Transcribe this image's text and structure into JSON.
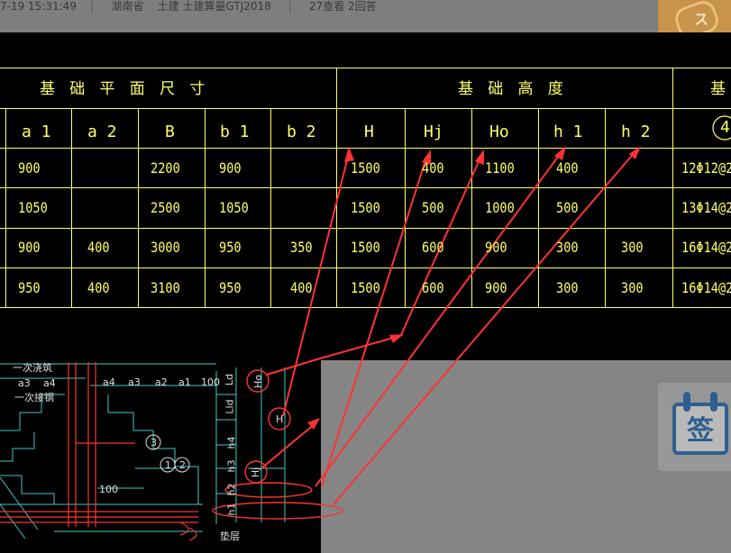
{
  "page_meta": {
    "date_text": "7-19 15:31:49",
    "region": "湖南省",
    "category": "土建 土建算量GTJ2018",
    "stats": "27查看  2回答"
  },
  "side_widget": {
    "sign_label": "签",
    "icon": "calendar-sign-icon"
  },
  "ad_banner_text": "ス",
  "cad_table": {
    "group_headers": [
      "基 础 平 面 尺 寸",
      "基 础 高 度",
      "基"
    ],
    "columns": [
      "a 1",
      "a 2",
      "B",
      "b 1",
      "b 2",
      "H",
      "Hj",
      "Ho",
      "h 1",
      "h 2",
      "4"
    ],
    "rows": [
      [
        "900",
        "",
        "2200",
        "900",
        "",
        "1500",
        "400",
        "1100",
        "400",
        "",
        "12Φ12@2"
      ],
      [
        "1050",
        "",
        "2500",
        "1050",
        "",
        "1500",
        "500",
        "1000",
        "500",
        "",
        "13Φ14@2"
      ],
      [
        "900",
        "400",
        "3000",
        "950",
        "350",
        "1500",
        "600",
        "900",
        "300",
        "300",
        "16Φ14@2"
      ],
      [
        "950",
        "400",
        "3100",
        "950",
        "400",
        "1500",
        "600",
        "900",
        "300",
        "300",
        "16Φ14@2"
      ]
    ]
  },
  "cad_detail": {
    "labels": [
      "一次浇筑",
      "a3",
      "a4",
      "一次接钢",
      "a4",
      "a3",
      "a2",
      "a1",
      "100",
      "100",
      "垫层",
      "Ld",
      "Lld",
      "h1",
      "h2",
      "h3",
      "h4",
      "Ho",
      "H",
      "Hj"
    ],
    "bubbles": [
      "3",
      "1",
      "2"
    ]
  },
  "colors": {
    "cad_background": "#000000",
    "cad_text": "#ffff66",
    "annotation_red": "#ff3333",
    "detail_cyan": "#3fc7c7",
    "sign_blue": "#2f5f8e"
  }
}
